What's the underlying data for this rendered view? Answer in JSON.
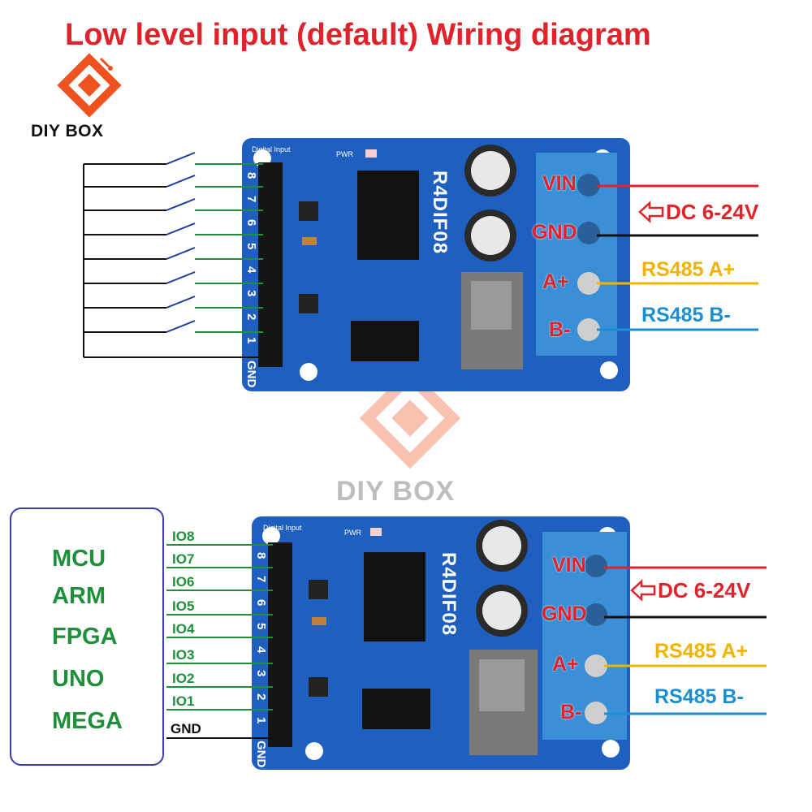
{
  "title": "Low level input (default)  Wiring diagram",
  "logo": {
    "text": "DIY BOX",
    "icon": "diy-box-logo-icon",
    "color": "#f0521f"
  },
  "watermark": {
    "text": "DIY BOX"
  },
  "colors": {
    "title": "#e0222a",
    "rs485_a": "#f0b400",
    "rs485_b": "#1a8fd1",
    "input_wire": "#1e8f3a",
    "board": "#1f5fc0"
  },
  "diagram_top": {
    "board_label": "R4DIF08",
    "silk": {
      "digital_input": "Digital Input",
      "pwr": "PWR",
      "pins": [
        "8",
        "7",
        "6",
        "5",
        "4",
        "3",
        "2",
        "1",
        "GND"
      ]
    },
    "terminals": [
      "VIN",
      "GND",
      "A+",
      "B-"
    ],
    "power_label": "DC 6-24V",
    "rs485_a": "RS485 A+",
    "rs485_b": "RS485 B-"
  },
  "diagram_bottom": {
    "board_label": "R4DIF08",
    "silk": {
      "digital_input": "Digital Input",
      "pwr": "PWR",
      "pins": [
        "8",
        "7",
        "6",
        "5",
        "4",
        "3",
        "2",
        "1",
        "GND"
      ]
    },
    "terminals": [
      "VIN",
      "GND",
      "A+",
      "B-"
    ],
    "power_label": "DC 6-24V",
    "rs485_a": "RS485 A+",
    "rs485_b": "RS485 B-",
    "controller_types": [
      "MCU",
      "ARM",
      "FPGA",
      "UNO",
      "MEGA"
    ],
    "io_labels": [
      "IO8",
      "IO7",
      "IO6",
      "IO5",
      "IO4",
      "IO3",
      "IO2",
      "IO1"
    ],
    "gnd_label": "GND"
  }
}
